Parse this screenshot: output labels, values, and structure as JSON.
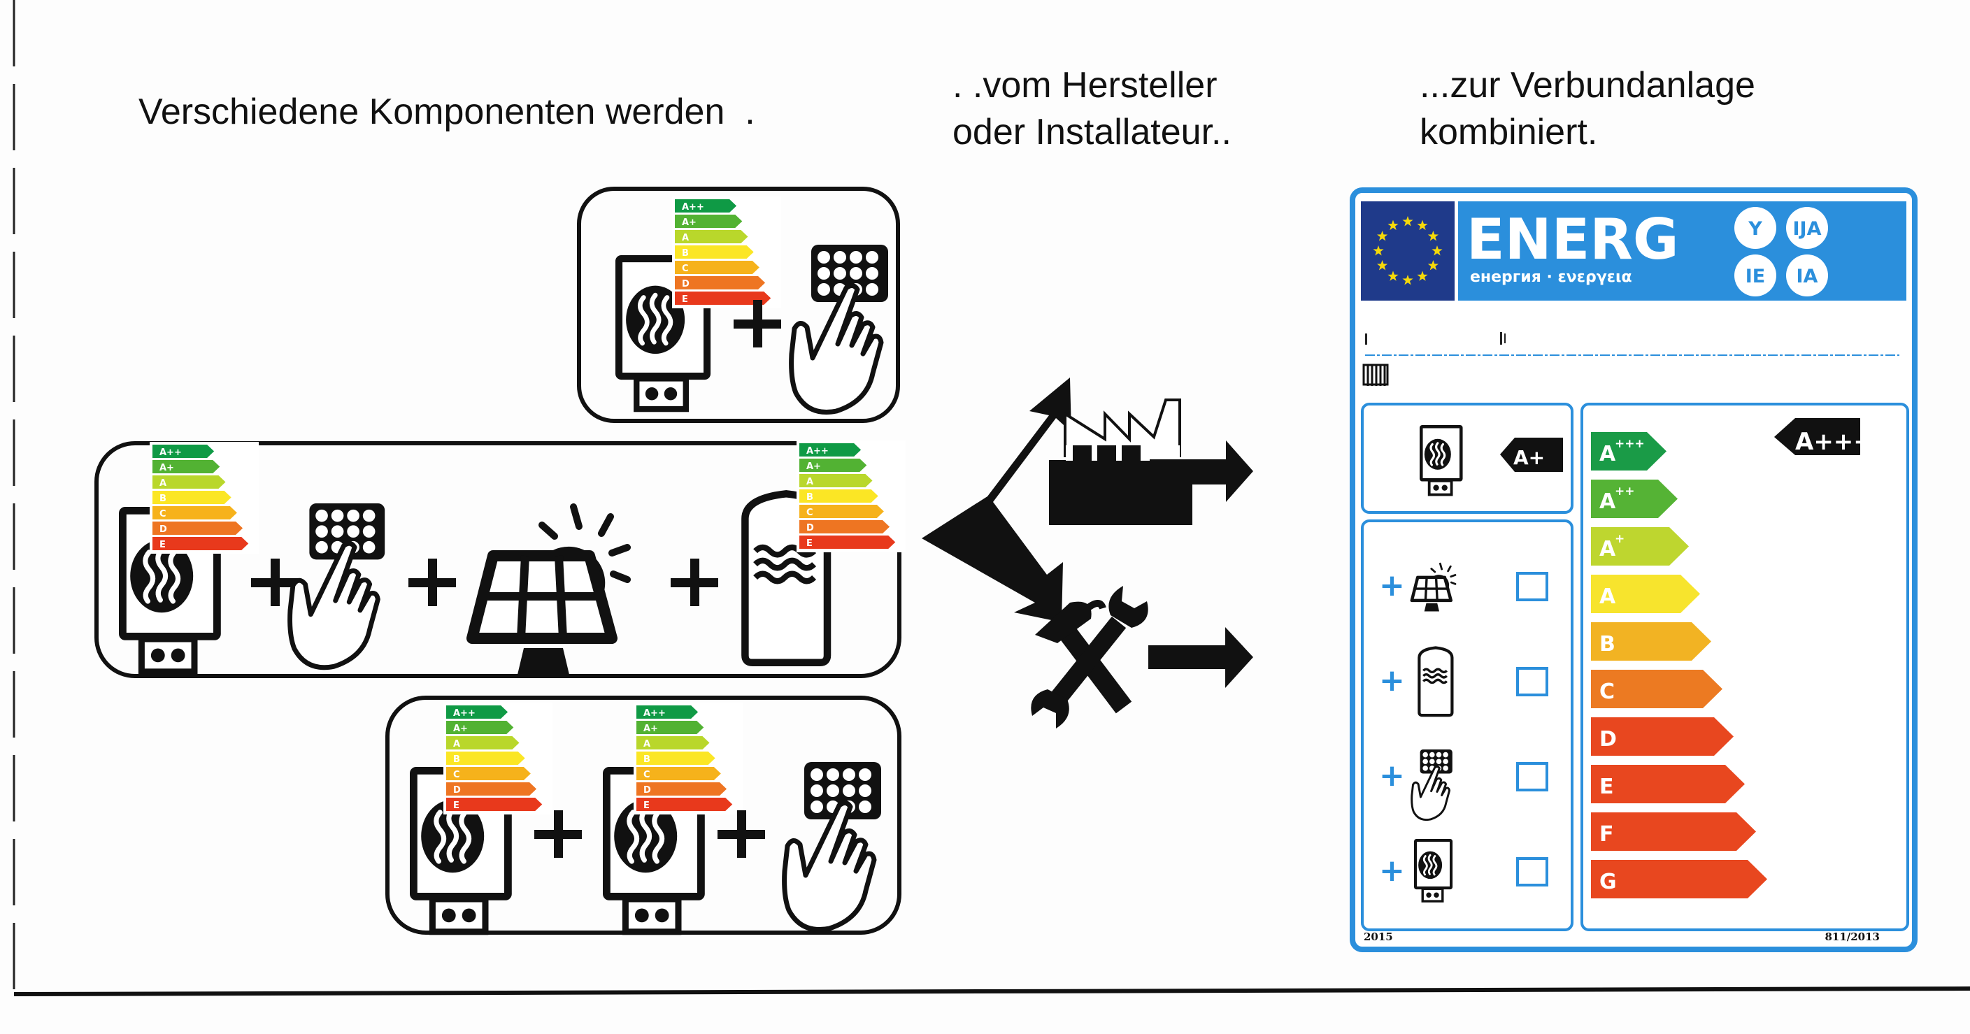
{
  "headings": {
    "step1": "Verschiedene Komponenten werden  .",
    "step2_line1": ". .vom Hersteller",
    "step2_line2": "oder Installateur..",
    "step3_line1": "...zur Verbundanlage",
    "step3_line2": "kombiniert."
  },
  "colors": {
    "label_blue": "#2b8fdc",
    "eu_flag_blue": "#1f3a8a",
    "eu_star": "#f5d90a",
    "ink": "#111111",
    "scale": [
      "#0f9a45",
      "#52b233",
      "#b9d72b",
      "#fbe625",
      "#f6b21b",
      "#ee7522",
      "#e8391c"
    ],
    "label_scale": [
      "#1a9b47",
      "#55b335",
      "#bed62f",
      "#f7e42d",
      "#f2b323",
      "#ec7a22",
      "#e8471f",
      "#e8471f",
      "#e8471f",
      "#e8471f"
    ]
  },
  "mini_scale_classes": [
    "A++",
    "A+",
    "A",
    "B",
    "C",
    "D",
    "E"
  ],
  "component_groups": [
    {
      "name": "heater-plus-control",
      "components": [
        "heater",
        "control"
      ]
    },
    {
      "name": "heater-control-solar-storage",
      "components": [
        "heater",
        "control",
        "solar",
        "storage"
      ]
    },
    {
      "name": "two-heaters-plus-control",
      "components": [
        "heater",
        "heater",
        "control"
      ]
    }
  ],
  "paths": [
    {
      "name": "manufacturer",
      "icon": "factory-icon"
    },
    {
      "name": "installer",
      "icon": "tools-icon"
    }
  ],
  "energy_label": {
    "brand": "ENERG",
    "subtitle": "енергия · ενεργεια",
    "language_badges": [
      "Y",
      "IJA",
      "IE",
      "IA"
    ],
    "heater_class": "A+",
    "package_class": "A+++",
    "scale_classes": [
      "A+++",
      "A++",
      "A+",
      "A",
      "B",
      "C",
      "D",
      "E",
      "F",
      "G"
    ],
    "options": [
      {
        "component": "solar",
        "plus": "+",
        "checked": false
      },
      {
        "component": "storage",
        "plus": "+",
        "checked": false
      },
      {
        "component": "control",
        "plus": "+",
        "checked": false
      },
      {
        "component": "heater",
        "plus": "+",
        "checked": false
      }
    ],
    "year": "2015",
    "regulation": "811/2013"
  }
}
